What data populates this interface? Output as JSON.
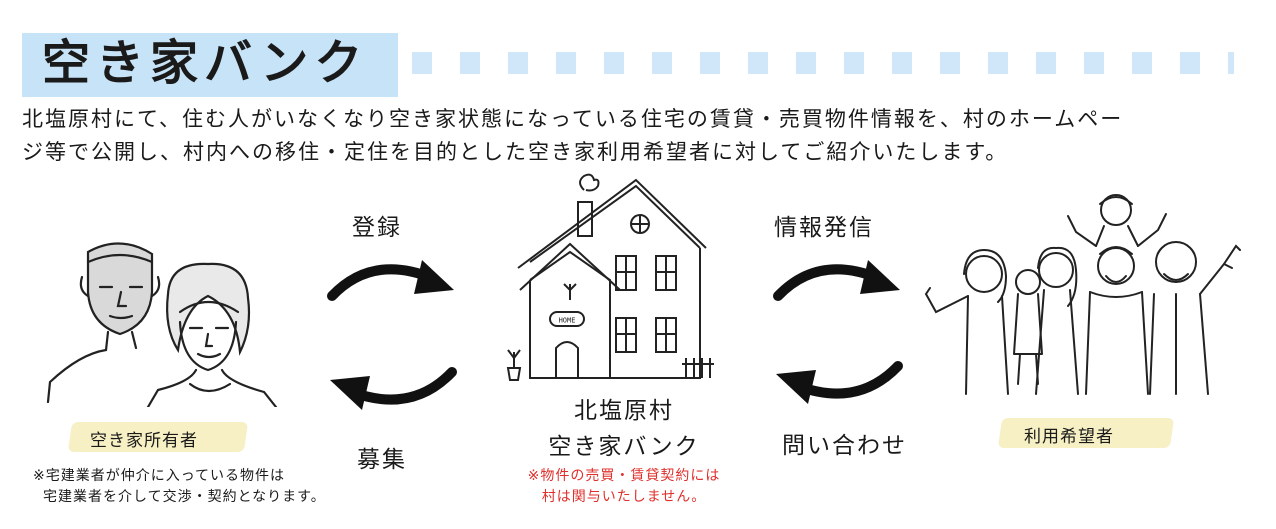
{
  "header": {
    "title": "空き家バンク"
  },
  "intro": {
    "line1": "北塩原村にて、住む人がいなくなり空き家状態になっている住宅の賃貸・売買物件情報を、村のホームペー",
    "line2": "ジ等で公開し、村内への移住・定住を目的とした空き家利用希望者に対してご紹介いたします。"
  },
  "flow": {
    "register": "登録",
    "recruit": "募集",
    "info_send": "情報発信",
    "inquiry": "問い合わせ"
  },
  "owner": {
    "label": "空き家所有者",
    "note_line1": "※宅建業者が仲介に入っている物件は",
    "note_line2": "宅建業者を介して交渉・契約となります。"
  },
  "center": {
    "name_line1": "北塩原村",
    "name_line2": "空き家バンク",
    "sign": "HOME",
    "note_line1": "※物件の売買・賃貸契約には",
    "note_line2": "村は関与いたしません。"
  },
  "applicant": {
    "label": "利用希望者"
  },
  "colors": {
    "title_bg": "#c7e3f7",
    "marker": "#f6f0c4",
    "note_red": "#e0302c"
  }
}
